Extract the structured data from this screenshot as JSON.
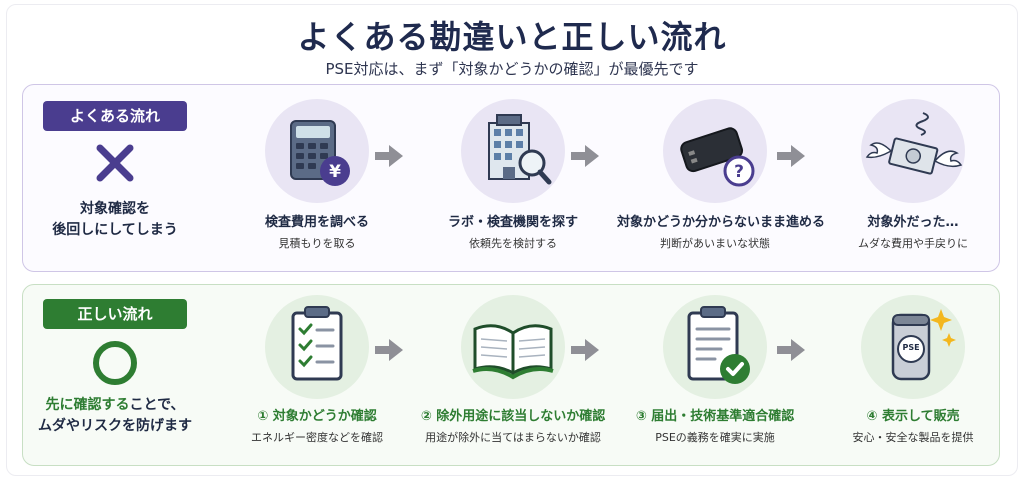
{
  "header": {
    "title": "よくある勘違いと正しい流れ",
    "subtitle": "PSE対応は、まず「対象かどうかの確認」が最優先です"
  },
  "bad_flow": {
    "label": "よくある流れ",
    "side_line1": "対象確認を",
    "side_line2": "後回しにしてしまう",
    "steps": [
      {
        "title": "検査費用を調べる",
        "desc": "見積もりを取る",
        "icon": "calculator-yen-icon"
      },
      {
        "title": "ラボ・検査機関を探す",
        "desc": "依頼先を検討する",
        "icon": "lab-building-search-icon"
      },
      {
        "title": "対象かどうか分からないまま進める",
        "desc": "判断があいまいな状態",
        "icon": "power-bank-question-icon"
      },
      {
        "title": "対象外だった…",
        "desc": "ムダな費用や手戻りに",
        "icon": "flying-money-icon"
      }
    ]
  },
  "good_flow": {
    "label": "正しい流れ",
    "side_em": "先に確認する",
    "side_rest1": "ことで、",
    "side_line2": "ムダやリスクを防げます",
    "steps": [
      {
        "title": "① 対象かどうか確認",
        "desc": "エネルギー密度などを確認",
        "icon": "clipboard-checklist-icon"
      },
      {
        "title": "② 除外用途に該当しないか確認",
        "desc": "用途が除外に当てはまらないか確認",
        "icon": "open-book-icon"
      },
      {
        "title": "③ 届出・技術基準適合確認",
        "desc": "PSEの義務を確実に実施",
        "icon": "clipboard-check-badge-icon"
      },
      {
        "title": "④ 表示して販売",
        "desc": "安心・安全な製品を提供",
        "icon": "battery-pse-icon"
      }
    ],
    "pse_mark": "PSE"
  },
  "colors": {
    "bad_accent": "#4a3d8f",
    "good_accent": "#2e7d32",
    "title": "#1f2a4e"
  }
}
